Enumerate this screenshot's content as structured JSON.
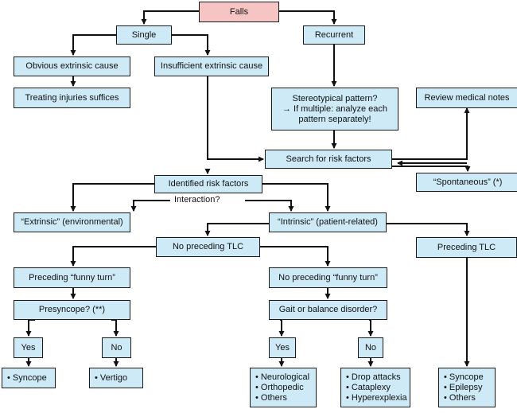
{
  "diagram": {
    "nodes": {
      "falls": "Falls",
      "single": "Single",
      "recurrent": "Recurrent",
      "obvious_extrinsic": "Obvious extrinsic cause",
      "insufficient_extrinsic": "Insufficient extrinsic cause",
      "treating_injuries": "Treating injuries suffices",
      "stereotypical": "Stereotypical pattern?\n→ If multiple: analyze each\npattern separately!",
      "review_notes": "Review medical notes",
      "search_risk": "Search for risk factors",
      "identified_risk": "Identified risk factors",
      "spontaneous": "“Spontaneous” (*)",
      "extrinsic_env": "“Extrinsic” (environmental)",
      "intrinsic_patient": "“Intrinsic” (patient-related)",
      "no_preceding_tlc": "No preceding TLC",
      "preceding_tlc": "Preceding TLC",
      "preceding_funny": "Preceding “funny turn”",
      "no_preceding_funny": "No preceding “funny turn”",
      "presyncope": "Presyncope? (**)",
      "gait_balance": "Gait or balance disorder?",
      "yes_left": "Yes",
      "no_left": "No",
      "yes_right": "Yes",
      "no_right": "No",
      "syncope": "• Syncope",
      "vertigo": "• Vertigo",
      "neuro_list": "• Neurological\n• Orthopedic\n• Others",
      "drop_list": "• Drop attacks\n• Cataplexy\n• Hyperexplexia",
      "syncope_list": "• Syncope\n• Epilepsy\n• Others"
    },
    "labels": {
      "interaction": "Interaction?"
    }
  }
}
